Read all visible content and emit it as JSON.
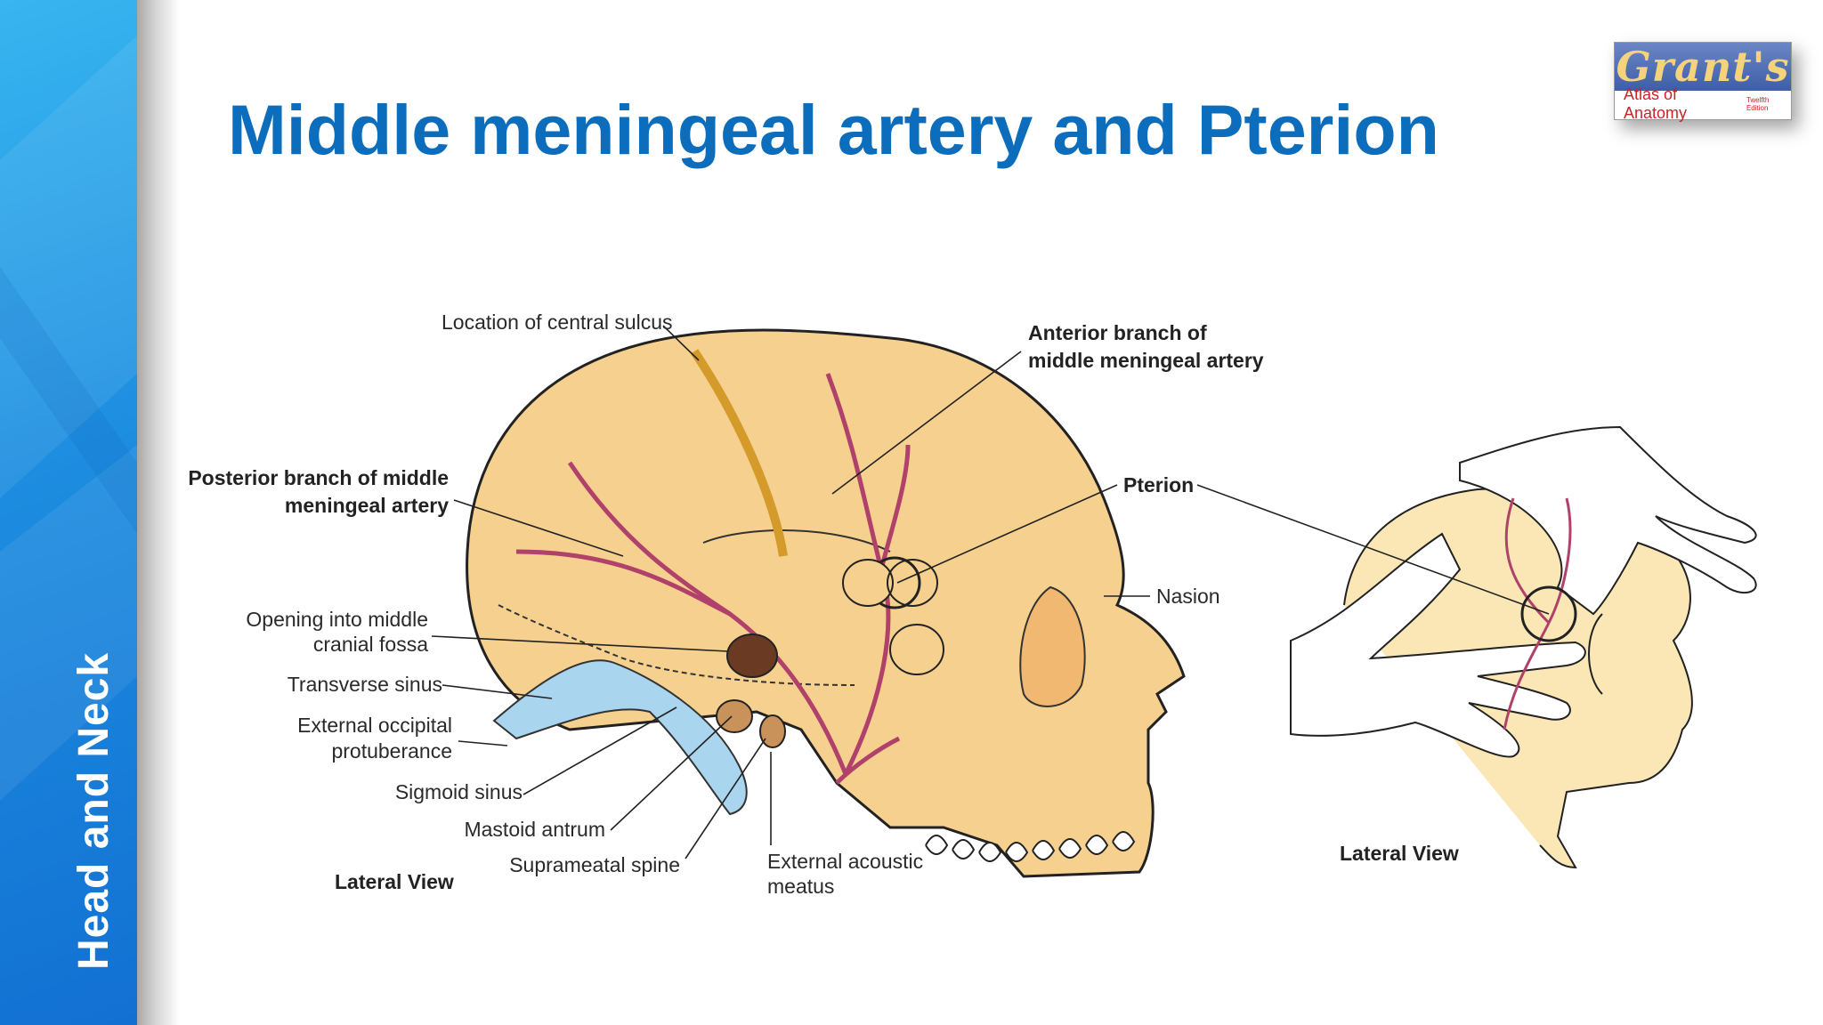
{
  "sidebar": {
    "label": "Head and Neck"
  },
  "slide": {
    "title": "Middle meningeal artery and Pterion"
  },
  "logo": {
    "brand": "Grant's",
    "subtitle": "Atlas of Anatomy",
    "edition": "Twelfth Edition"
  },
  "diagram": {
    "labels": {
      "central_sulcus": "Location of central sulcus",
      "anterior_branch_1": "Anterior branch of",
      "anterior_branch_2": "middle meningeal artery",
      "posterior_branch_1": "Posterior branch of middle",
      "posterior_branch_2": "meningeal artery",
      "pterion": "Pterion",
      "nasion": "Nasion",
      "opening_1": "Opening into middle",
      "opening_2": "cranial fossa",
      "transverse_sinus": "Transverse sinus",
      "ext_occipital_1": "External occipital",
      "ext_occipital_2": "protuberance",
      "sigmoid_sinus": "Sigmoid sinus",
      "mastoid_antrum": "Mastoid antrum",
      "suprameatal_spine": "Suprameatal spine",
      "ext_acoustic_1": "External acoustic",
      "ext_acoustic_2": "meatus",
      "lateral_view_left": "Lateral View",
      "lateral_view_right": "Lateral View"
    }
  },
  "colors": {
    "sidebar": "#1d8de0",
    "title": "#0b6dbb",
    "bone": "#f6d08f",
    "artery": "#b0416a",
    "sinus": "#a9d5ee",
    "sulcus": "#d49a2a"
  }
}
